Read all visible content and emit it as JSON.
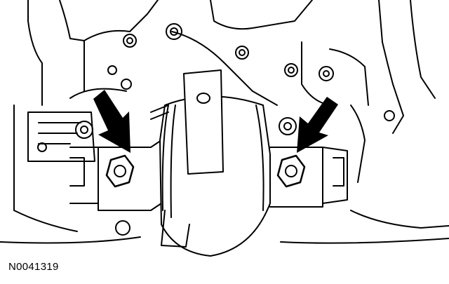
{
  "figure": {
    "reference_id": "N0041319",
    "ink_color": "#000000",
    "paper_color": "#ffffff"
  },
  "callouts": [
    {
      "name": "left-mount-bolt-arrow",
      "icon": "arrow-down-right-icon"
    },
    {
      "name": "right-mount-bolt-arrow",
      "icon": "arrow-down-left-icon"
    }
  ]
}
